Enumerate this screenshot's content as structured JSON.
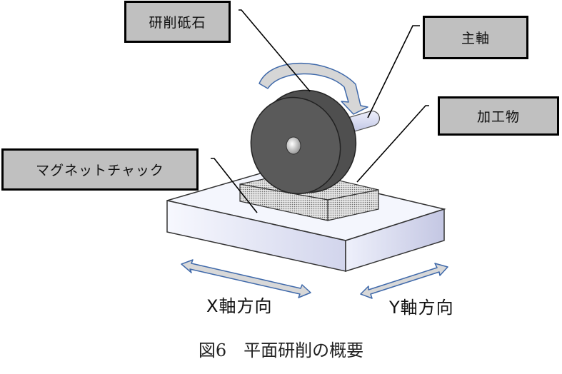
{
  "labels": {
    "grinding_wheel": "研削砥石",
    "spindle": "主軸",
    "workpiece": "加工物",
    "magnetic_chuck": "マグネットチャック"
  },
  "axes": {
    "x": "X軸方向",
    "y": "Y軸方向"
  },
  "caption": "図6　平面研削の概要",
  "colors": {
    "callout_fill": "#c0c0c0",
    "callout_border": "#000000",
    "wheel": "#555555",
    "table_top": "#f3f5fd",
    "table_side": "#c8cbe6",
    "arrow_fill": "#d4d4d4",
    "arrow_stroke": "#3f69aa",
    "spindle": "#d7dbef"
  }
}
